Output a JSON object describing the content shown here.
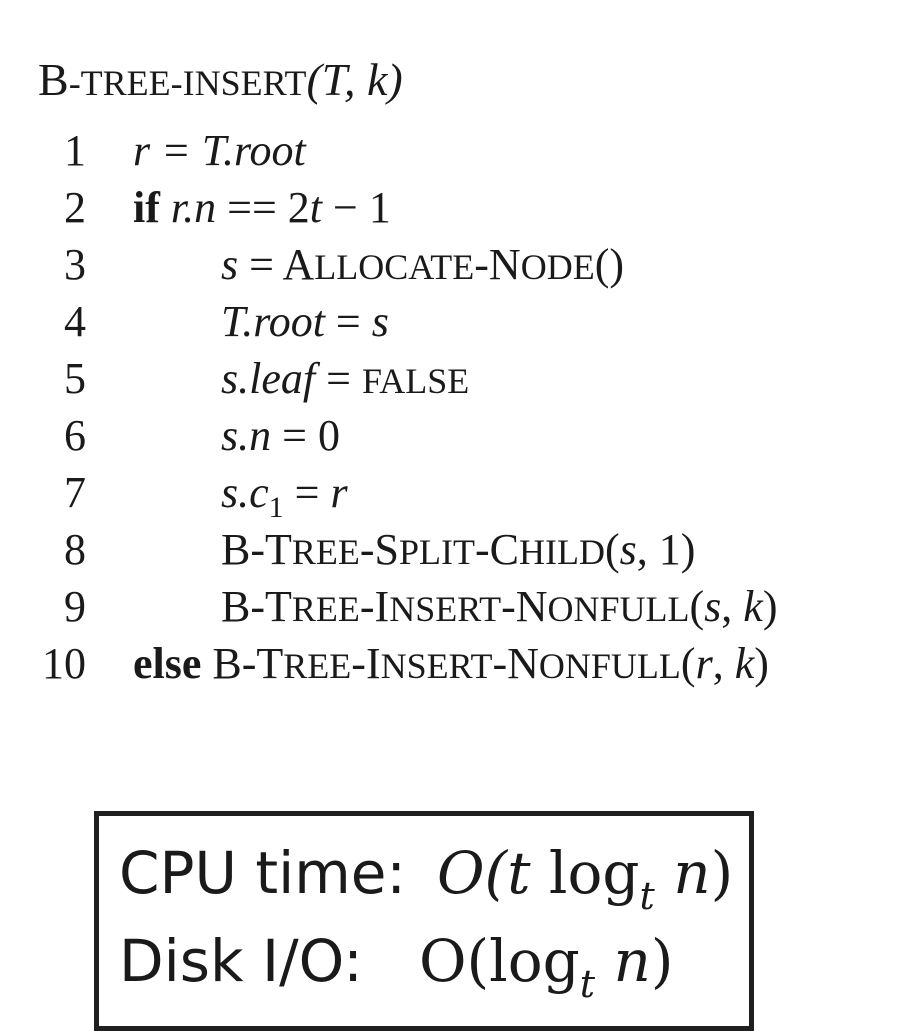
{
  "procedure": {
    "name_first": "B",
    "name_rest": "-TREE-INSERT",
    "params": "(T, k)"
  },
  "lines": [
    {
      "num": "1",
      "segments": [
        {
          "t": "r = T.root",
          "s": "it"
        }
      ]
    },
    {
      "num": "2",
      "segments": [
        {
          "t": "if",
          "s": "bold"
        },
        {
          "t": " "
        },
        {
          "t": "r.n",
          "s": "it"
        },
        {
          "t": " == 2"
        },
        {
          "t": "t",
          "s": "it"
        },
        {
          "t": " − 1"
        }
      ]
    },
    {
      "num": "3",
      "segments": [
        {
          "t": "s",
          "s": "it"
        },
        {
          "t": " = A"
        },
        {
          "t": "LLOCATE",
          "s": "sc"
        },
        {
          "t": "-N"
        },
        {
          "t": "ODE",
          "s": "sc"
        },
        {
          "t": "()"
        }
      ]
    },
    {
      "num": "4",
      "segments": [
        {
          "t": "T.root",
          "s": "it"
        },
        {
          "t": " = "
        },
        {
          "t": "s",
          "s": "it"
        }
      ]
    },
    {
      "num": "5",
      "segments": [
        {
          "t": "s.leaf",
          "s": "it"
        },
        {
          "t": " = "
        },
        {
          "t": "FALSE",
          "s": "sc"
        }
      ]
    },
    {
      "num": "6",
      "segments": [
        {
          "t": "s.n",
          "s": "it"
        },
        {
          "t": " = 0"
        }
      ]
    },
    {
      "num": "7",
      "segments": [
        {
          "t": "s.c",
          "s": "it"
        },
        {
          "t": "1",
          "s": "sub"
        },
        {
          "t": " = "
        },
        {
          "t": "r",
          "s": "it"
        }
      ]
    },
    {
      "num": "8",
      "segments": [
        {
          "t": "B-T"
        },
        {
          "t": "REE",
          "s": "sc"
        },
        {
          "t": "-S"
        },
        {
          "t": "PLIT",
          "s": "sc"
        },
        {
          "t": "-C"
        },
        {
          "t": "HILD",
          "s": "sc"
        },
        {
          "t": "("
        },
        {
          "t": "s",
          "s": "it"
        },
        {
          "t": ", 1)"
        }
      ]
    },
    {
      "num": "9",
      "segments": [
        {
          "t": "B-T"
        },
        {
          "t": "REE",
          "s": "sc"
        },
        {
          "t": "-I"
        },
        {
          "t": "NSERT",
          "s": "sc"
        },
        {
          "t": "-N"
        },
        {
          "t": "ONFULL",
          "s": "sc"
        },
        {
          "t": "("
        },
        {
          "t": "s",
          "s": "it"
        },
        {
          "t": ", "
        },
        {
          "t": "k",
          "s": "it"
        },
        {
          "t": ")"
        }
      ]
    },
    {
      "num": "10",
      "segments": [
        {
          "t": "else",
          "s": "bold"
        },
        {
          "t": " B-T"
        },
        {
          "t": "REE",
          "s": "sc"
        },
        {
          "t": "-I"
        },
        {
          "t": "NSERT",
          "s": "sc"
        },
        {
          "t": "-N"
        },
        {
          "t": "ONFULL",
          "s": "sc"
        },
        {
          "t": "("
        },
        {
          "t": "r",
          "s": "it"
        },
        {
          "t": ", "
        },
        {
          "t": "k",
          "s": "it"
        },
        {
          "t": ")"
        }
      ]
    }
  ],
  "complexity": {
    "cpu_label": "CPU time:",
    "cpu_expr_open": "O(",
    "cpu_expr_t": "t",
    "cpu_expr_log": " log",
    "cpu_expr_base": "t",
    "cpu_expr_n": " n",
    "cpu_expr_close": ")",
    "disk_label": "Disk I/O:",
    "disk_expr_open": "O(log",
    "disk_expr_base": "t",
    "disk_expr_n": " n",
    "disk_expr_close": ")"
  }
}
